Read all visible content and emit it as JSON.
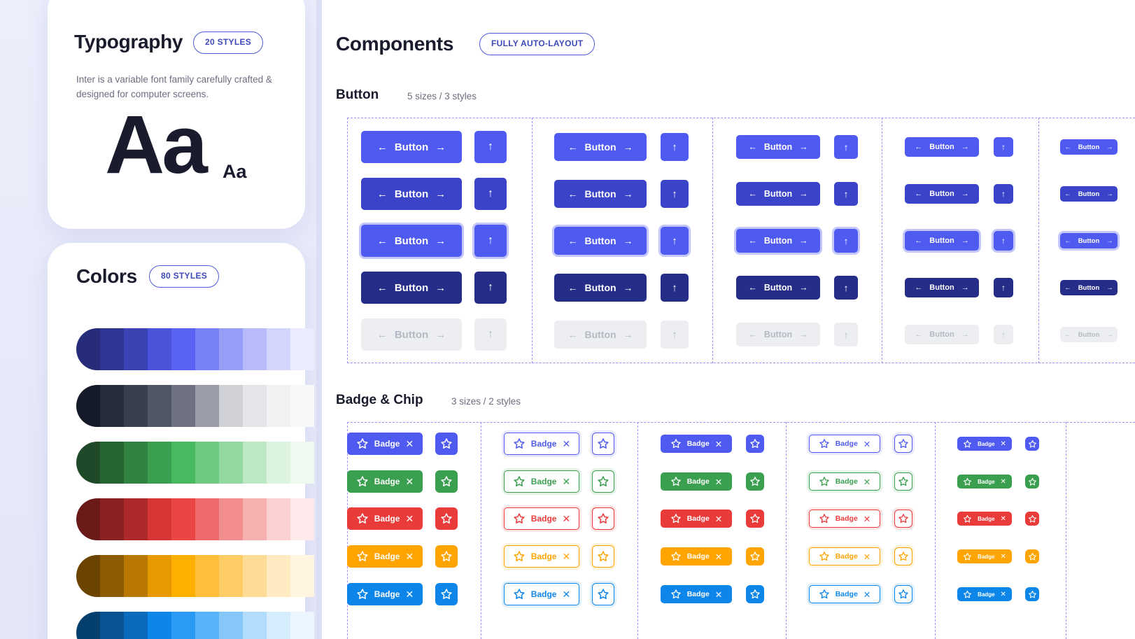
{
  "typography": {
    "title": "Typography",
    "badge": "20 STYLES",
    "description": "Inter is a variable font family carefully crafted & designed for computer screens.",
    "sample_large": "Aa",
    "sample_small": "Aa"
  },
  "colors": {
    "title": "Colors",
    "badge": "80 STYLES",
    "ramps": [
      [
        "#262c7a",
        "#2f3593",
        "#3b43b4",
        "#4a53d9",
        "#5962f2",
        "#7880f5",
        "#979ef7",
        "#b7bbfa",
        "#d3d6fc",
        "#eaebfe"
      ],
      [
        "#151a28",
        "#262c3b",
        "#3a3f4f",
        "#515666",
        "#6d7180",
        "#9a9da8",
        "#cfd1d7",
        "#e4e5e8",
        "#f0f1f3",
        "#f8f8f9"
      ],
      [
        "#1e4a2a",
        "#266534",
        "#308341",
        "#3aa04f",
        "#48b95e",
        "#6cc97d",
        "#93d8a0",
        "#bde8c4",
        "#dcf3df",
        "#eef9f0"
      ],
      [
        "#6b1a1a",
        "#8b2121",
        "#ae2a2a",
        "#d63636",
        "#ea4646",
        "#ef6a6a",
        "#f38e8e",
        "#f7b0b0",
        "#fad0d0",
        "#fde9e9"
      ],
      [
        "#6b4500",
        "#8e5c00",
        "#b97800",
        "#e69a00",
        "#ffaf00",
        "#ffbf3a",
        "#ffcd66",
        "#ffdc95",
        "#ffeac2",
        "#fff5e1"
      ],
      [
        "#053f6e",
        "#075393",
        "#0a6bbd",
        "#0d86ea",
        "#2a9af5",
        "#59b1f8",
        "#86c7fa",
        "#b1dcfc",
        "#d6edfe",
        "#ebf6ff"
      ]
    ]
  },
  "components": {
    "title": "Components",
    "badge": "FULLY AUTO-LAYOUT",
    "button_section": {
      "title": "Button",
      "meta": "5 sizes / 3 styles",
      "label": "Button",
      "arrow_left": "←",
      "arrow_right": "→",
      "arrow_up": "↑"
    },
    "badge_section": {
      "title": "Badge & Chip",
      "meta": "3 sizes / 2 styles",
      "label": "Badge",
      "close_glyph": "✕",
      "colors": [
        "#4f5bf0",
        "#3aa04f",
        "#ea3b3b",
        "#ffa400",
        "#0d86ea"
      ]
    }
  }
}
